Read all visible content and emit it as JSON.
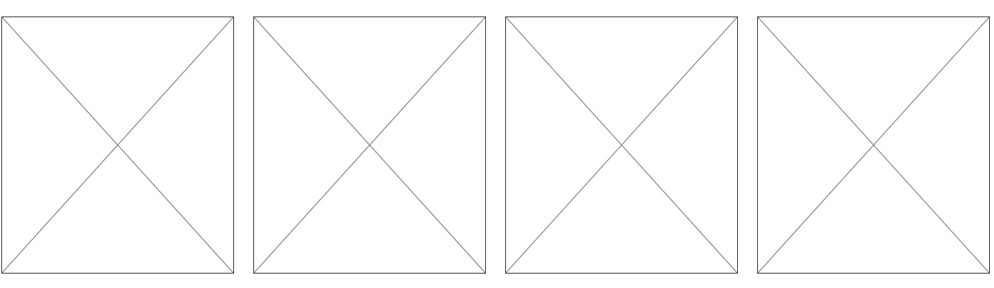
{
  "gallery": {
    "placeholder_icon": "image-placeholder-icon",
    "cross_color": "#8a8a8a",
    "border_color": "#1f1f1f",
    "tiles": [
      {
        "kind": "image-placeholder"
      },
      {
        "kind": "image-placeholder"
      },
      {
        "kind": "image-placeholder"
      },
      {
        "kind": "image-placeholder"
      }
    ]
  }
}
